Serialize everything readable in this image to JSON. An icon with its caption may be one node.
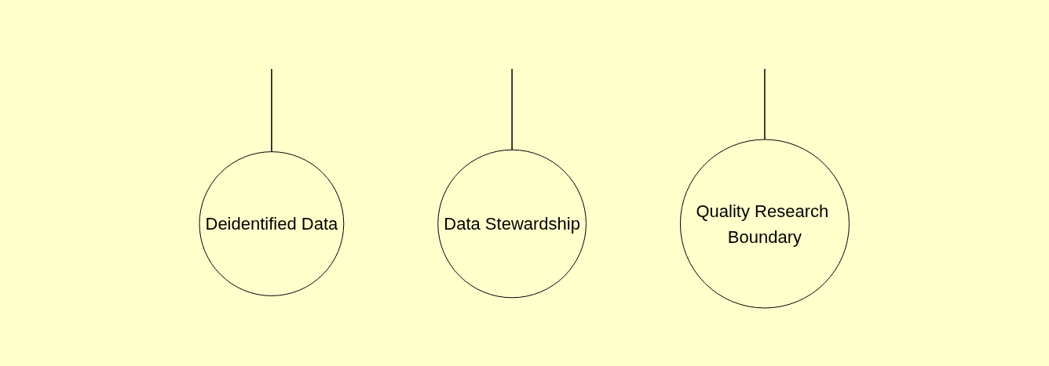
{
  "diagram": {
    "nodes": [
      {
        "text": [
          "Deidentified Data"
        ]
      },
      {
        "text": [
          "Data Stewardship"
        ]
      },
      {
        "text": [
          "Quality Research Boundary"
        ]
      }
    ],
    "edges": [
      {
        "from": null,
        "to": 0,
        "arrow": "none"
      },
      {
        "from": null,
        "to": 1,
        "arrow": "none"
      },
      {
        "from": null,
        "to": 2,
        "arrow": "none"
      }
    ]
  }
}
